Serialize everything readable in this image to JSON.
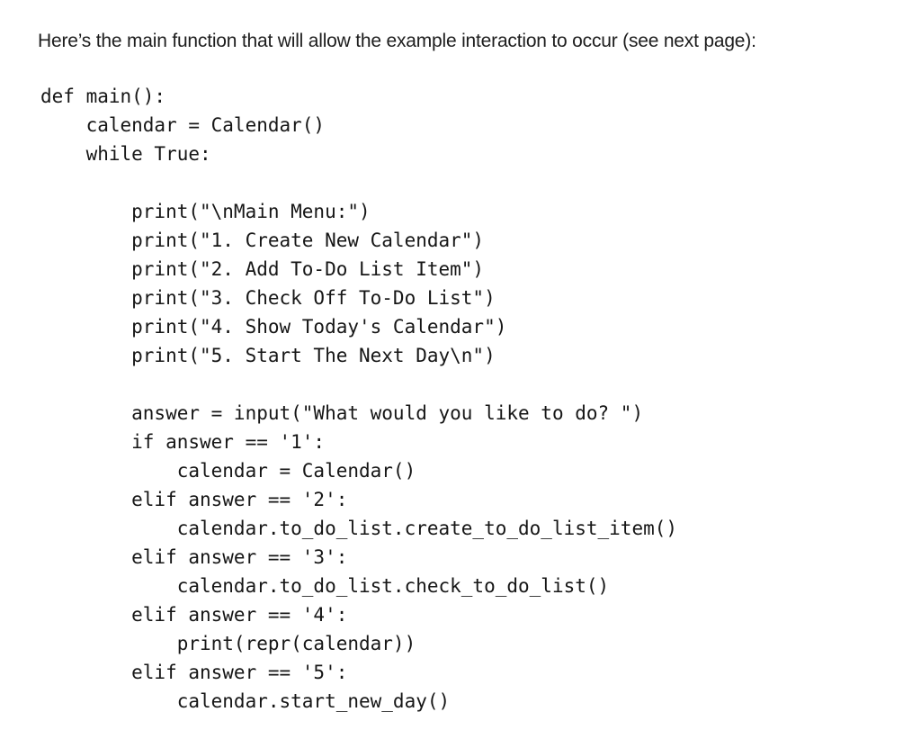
{
  "page": {
    "background_color": "#ffffff",
    "text_color": "#1d1d1d",
    "code_color": "#161616",
    "intro_text": "Here’s the main function that will allow the example interaction to occur (see next page):",
    "code_lines": [
      "def main():",
      "    calendar = Calendar()",
      "    while True:",
      "",
      "        print(\"\\nMain Menu:\")",
      "        print(\"1. Create New Calendar\")",
      "        print(\"2. Add To-Do List Item\")",
      "        print(\"3. Check Off To-Do List\")",
      "        print(\"4. Show Today's Calendar\")",
      "        print(\"5. Start The Next Day\\n\")",
      "",
      "        answer = input(\"What would you like to do? \")",
      "        if answer == '1':",
      "            calendar = Calendar()",
      "        elif answer == '2':",
      "            calendar.to_do_list.create_to_do_list_item()",
      "        elif answer == '3':",
      "            calendar.to_do_list.check_to_do_list()",
      "        elif answer == '4':",
      "            print(repr(calendar))",
      "        elif answer == '5':",
      "            calendar.start_new_day()"
    ]
  }
}
